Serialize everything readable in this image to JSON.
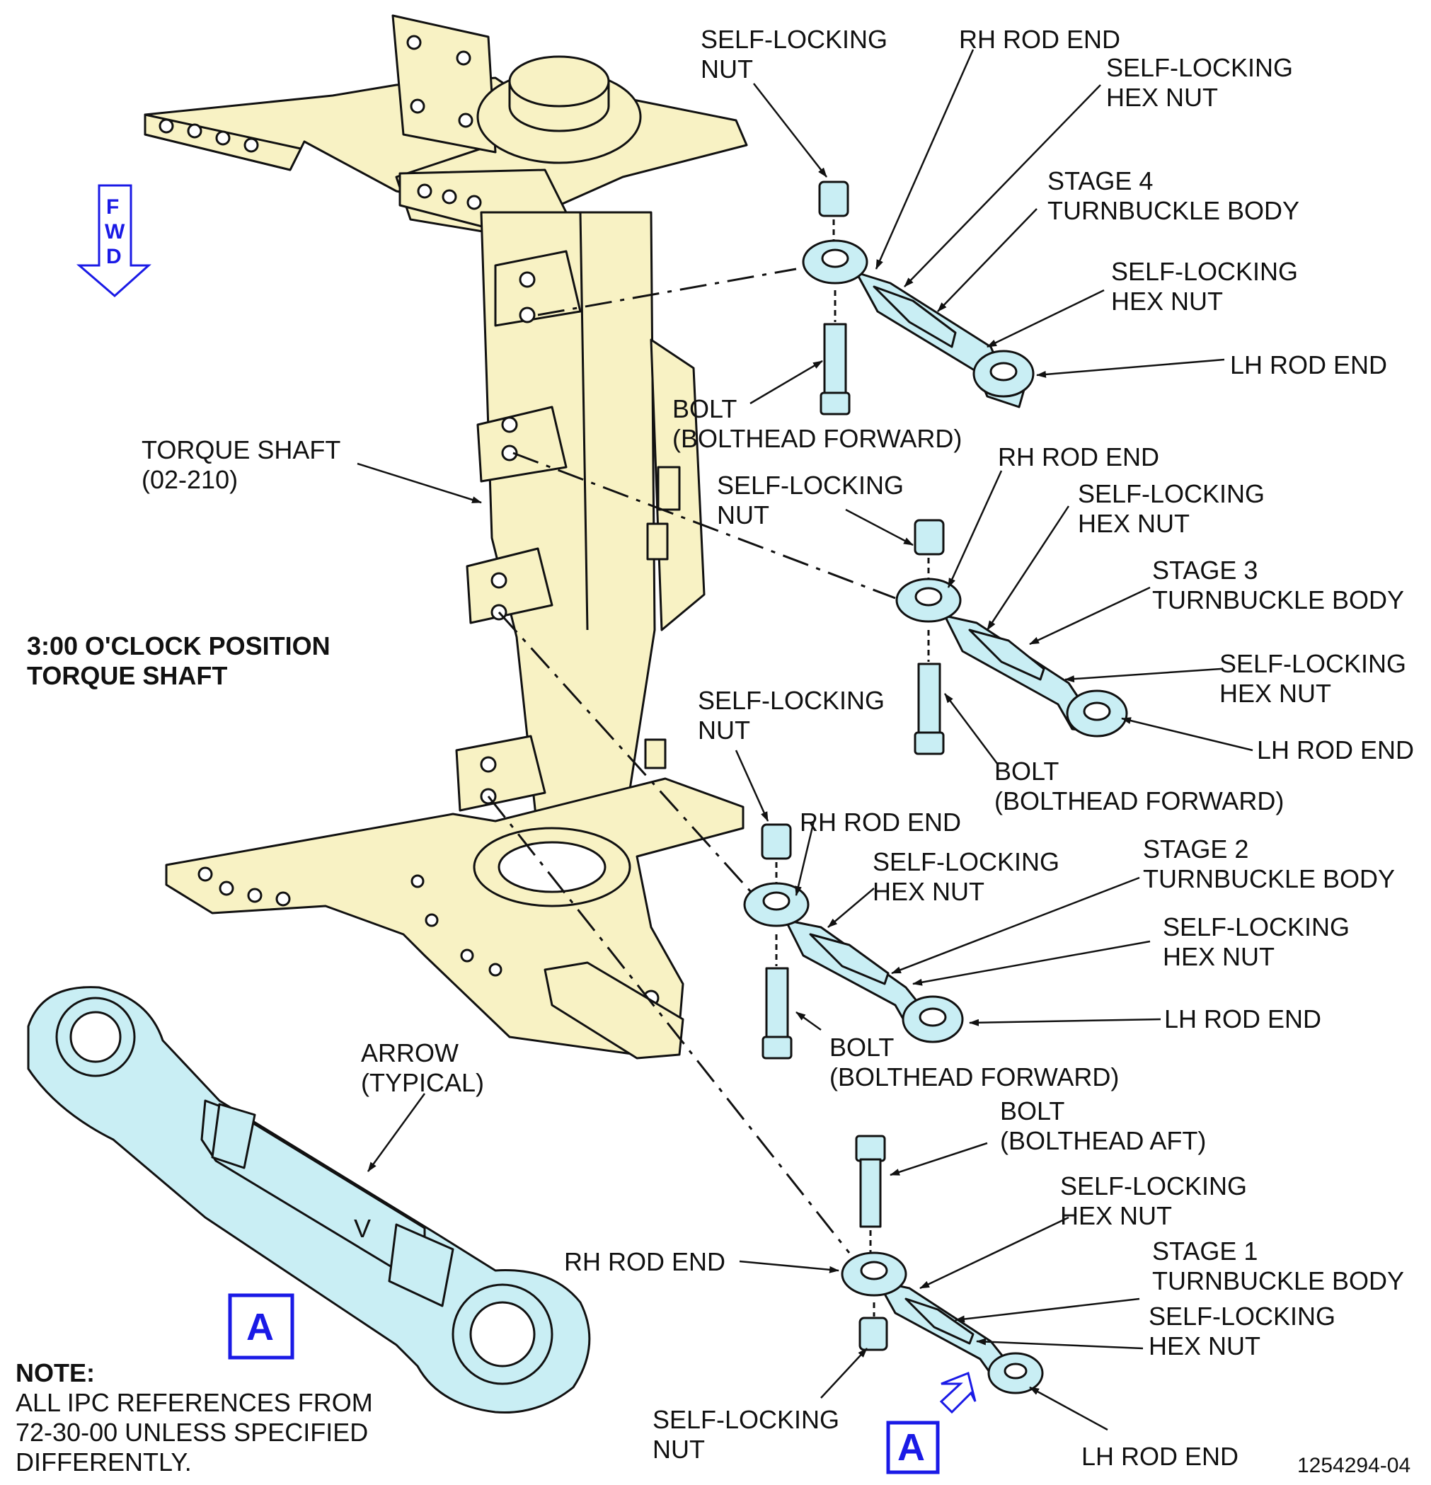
{
  "orientation": {
    "fwd_letters": [
      "F",
      "W",
      "D"
    ]
  },
  "position_label": [
    "3:00 O'CLOCK POSITION",
    "TORQUE SHAFT"
  ],
  "torque_shaft_label": [
    "TORQUE SHAFT",
    "(02-210)"
  ],
  "stage4": {
    "nut": [
      "SELF-LOCKING",
      "NUT"
    ],
    "rh_rod_end": "RH ROD END",
    "hex_nut_top": [
      "SELF-LOCKING",
      "HEX NUT"
    ],
    "body": [
      "STAGE 4",
      "TURNBUCKLE BODY"
    ],
    "hex_nut_bottom": [
      "SELF-LOCKING",
      "HEX NUT"
    ],
    "lh_rod_end": "LH ROD END",
    "bolt": [
      "BOLT",
      "(BOLTHEAD FORWARD)"
    ]
  },
  "stage3": {
    "nut": [
      "SELF-LOCKING",
      "NUT"
    ],
    "rh_rod_end": "RH ROD END",
    "hex_nut_top": [
      "SELF-LOCKING",
      "HEX NUT"
    ],
    "body": [
      "STAGE 3",
      "TURNBUCKLE BODY"
    ],
    "hex_nut_bottom": [
      "SELF-LOCKING",
      "HEX NUT"
    ],
    "lh_rod_end": "LH ROD END",
    "bolt": [
      "BOLT",
      "(BOLTHEAD FORWARD)"
    ]
  },
  "stage2": {
    "nut": [
      "SELF-LOCKING",
      "NUT"
    ],
    "rh_rod_end": "RH ROD END",
    "hex_nut_top": [
      "SELF-LOCKING",
      "HEX NUT"
    ],
    "body": [
      "STAGE 2",
      "TURNBUCKLE BODY"
    ],
    "hex_nut_bottom": [
      "SELF-LOCKING",
      "HEX NUT"
    ],
    "lh_rod_end": "LH ROD END",
    "bolt": [
      "BOLT",
      "(BOLTHEAD FORWARD)"
    ]
  },
  "stage1": {
    "bolt": [
      "BOLT",
      "(BOLTHEAD AFT)"
    ],
    "hex_nut_top": [
      "SELF-LOCKING",
      "HEX NUT"
    ],
    "rh_rod_end": "RH ROD END",
    "body": [
      "STAGE 1",
      "TURNBUCKLE BODY"
    ],
    "hex_nut_bottom": [
      "SELF-LOCKING",
      "HEX NUT"
    ],
    "nut": [
      "SELF-LOCKING",
      "NUT"
    ],
    "lh_rod_end": "LH ROD END"
  },
  "detail": {
    "arrow_label": [
      "ARROW",
      "(TYPICAL)"
    ],
    "arrow_glyph": "V",
    "detail_letter": "A"
  },
  "note": {
    "title": "NOTE:",
    "lines": [
      "ALL IPC REFERENCES FROM",
      "72-30-00 UNLESS SPECIFIED",
      "DIFFERENTLY."
    ]
  },
  "figure_id": "1254294-04",
  "colors": {
    "part_fill": "#f8f2c4",
    "highlight_fill": "#c9eef4",
    "callout_blue": "#1a1ae6"
  }
}
